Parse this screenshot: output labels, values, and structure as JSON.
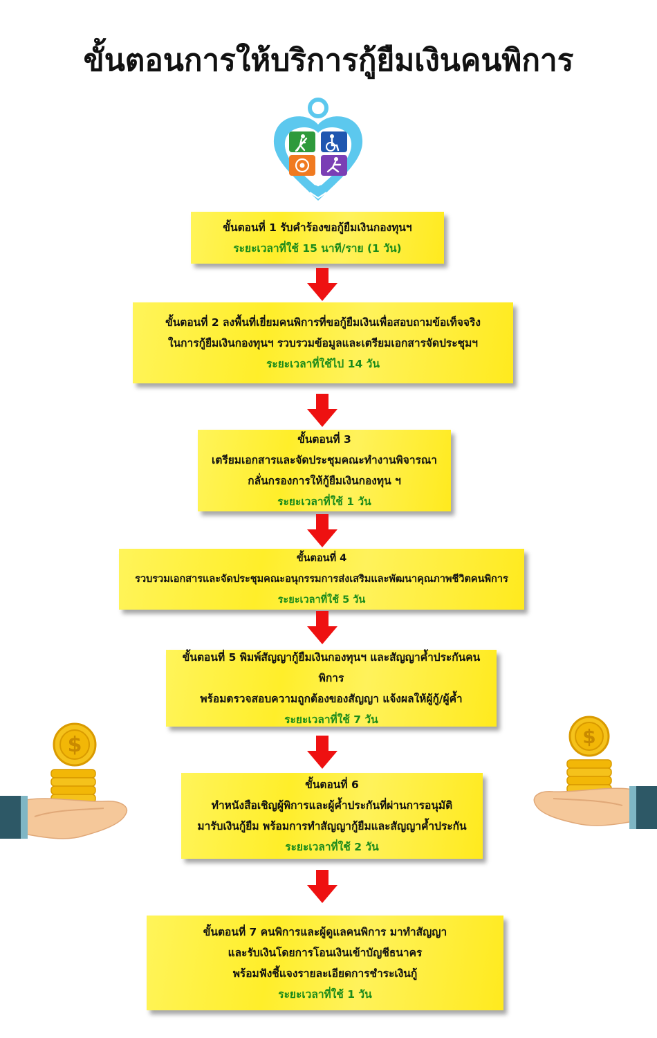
{
  "title": "ขั้นตอนการให้บริการกู้ยืมเงินคนพิการ",
  "colors": {
    "box": "#ffef2e",
    "time_text": "#1a8a1a",
    "arrow": "#ee1111",
    "logo_green": "#2e9a3c",
    "logo_blue": "#1f56b0",
    "logo_orange": "#f07a20",
    "logo_purple": "#7a3fb5",
    "logo_heart": "#5cc8ee"
  },
  "icons": [
    "disability-logo-icon",
    "down-arrow-icon",
    "coins-hand-icon"
  ],
  "steps": [
    {
      "lines": [
        "ขั้นตอนที่ 1 รับคำร้องขอกู้ยืมเงินกองทุนฯ"
      ],
      "time": "ระยะเวลาที่ใช้ 15 นาที/ราย (1 วัน)"
    },
    {
      "lines": [
        "ขั้นตอนที่ 2 ลงพื้นที่เยี่ยมคนพิการที่ขอกู้ยืมเงินเพื่อสอบถามข้อเท็จจริง",
        "ในการกู้ยืมเงินกองทุนฯ รวบรวมข้อมูลและเตรียมเอกสารจัดประชุมฯ"
      ],
      "time": "ระยะเวลาที่ใช้ไป 14 วัน"
    },
    {
      "lines": [
        "ขั้นตอนที่ 3",
        "เตรียมเอกสารและจัดประชุมคณะทำงานพิจารณา",
        "กลั่นกรองการให้กู้ยืมเงินกองทุน ฯ"
      ],
      "time": "ระยะเวลาที่ใช้ 1 วัน"
    },
    {
      "lines": [
        "ขั้นตอนที่ 4",
        "รวบรวมเอกสารและจัดประชุมคณะอนุกรรมการส่งเสริมและพัฒนาคุณภาพชีวิตคนพิการ"
      ],
      "time": "ระยะเวลาที่ใช้ 5 วัน"
    },
    {
      "lines": [
        "ขั้นตอนที่ 5 พิมพ์สัญญากู้ยืมเงินกองทุนฯ และสัญญาค้ำประกันคนพิการ",
        "พร้อมตรวจสอบความถูกต้องของสัญญา แจ้งผลให้ผู้กู้/ผู้ค้ำ"
      ],
      "time": "ระยะเวลาที่ใช้ 7 วัน"
    },
    {
      "lines": [
        "ขั้นตอนที่ 6",
        "ทำหนังสือเชิญผู้พิการและผู้ค้ำประกันที่ผ่านการอนุมัติ",
        "มารับเงินกู้ยืม พร้อมการทำสัญญากู้ยืมและสัญญาค้ำประกัน"
      ],
      "time": "ระยะเวลาที่ใช้ 2 วัน"
    },
    {
      "lines": [
        "ขั้นตอนที่ 7 คนพิการและผู้ดูแลคนพิการ มาทำสัญญา",
        "และรับเงินโดยการโอนเงินเข้าบัญชีธนาคร",
        "พร้อมฟังชี้แจงรายละเอียดการชำระเงินกู้"
      ],
      "time": "ระยะเวลาที่ใช้ 1 วัน"
    }
  ]
}
